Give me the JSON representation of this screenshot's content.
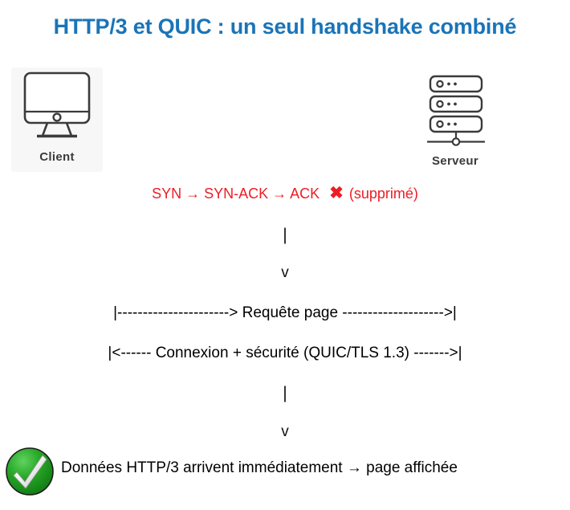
{
  "slide": {
    "title": "HTTP/3 et QUIC : un seul handshake combiné",
    "title_color": "#1a74b8",
    "background_color": "#ffffff"
  },
  "endpoints": {
    "client": {
      "label": "Client",
      "icon": "desktop-monitor-icon",
      "box_color": "#f7f7f7",
      "stroke_color": "#3b3b3b"
    },
    "server": {
      "label": "Serveur",
      "icon": "server-rack-icon",
      "stroke_color": "#3b3b3b"
    }
  },
  "flow": {
    "tcp_handshake": {
      "text": "SYN → SYN-ACK → ACK",
      "mark": "✖",
      "note": "(supprimé)",
      "color": "#ee1c25"
    },
    "connector_bar_1": "|",
    "connector_v_1": "v",
    "request_line": "|----------------------> Requête page -------------------->|",
    "connection_line": "|<------ Connexion + sécurité (QUIC/TLS 1.3) ------->|",
    "connector_bar_2": "|",
    "connector_v_2": "v"
  },
  "result": {
    "icon": "green-check-badge-icon",
    "icon_color": "#1d9b1d",
    "text": "Données HTTP/3 arrivent immédiatement → page affichée"
  }
}
